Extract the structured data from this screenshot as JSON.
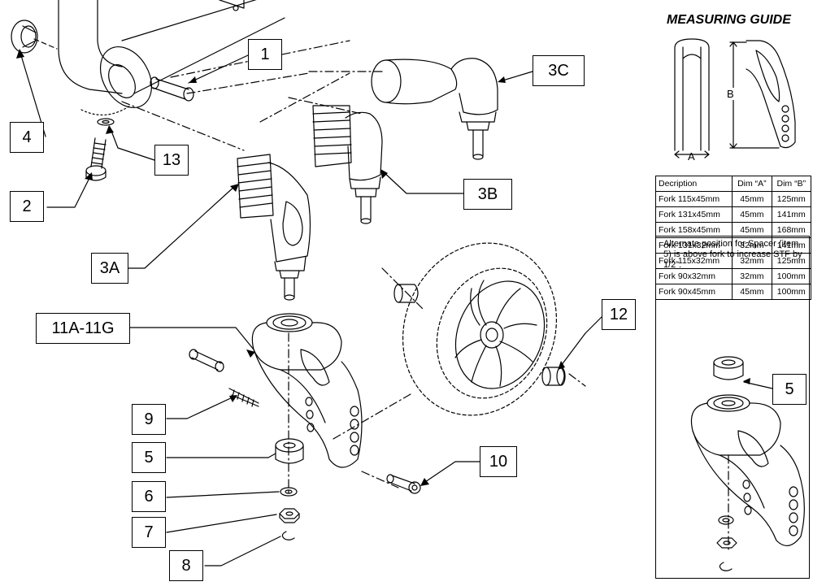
{
  "guide": {
    "title": "MEASURING GUIDE",
    "dim_a": "A",
    "dim_b": "B"
  },
  "table": {
    "headers": [
      "Decription",
      "Dim “A”",
      "Dim “B”"
    ],
    "rows": [
      [
        "Fork 115x45mm",
        "45mm",
        "125mm"
      ],
      [
        "Fork 131x45mm",
        "45mm",
        "141mm"
      ],
      [
        "Fork 158x45mm",
        "45mm",
        "168mm"
      ],
      [
        "Fork 131x32mm",
        "32mm",
        "141mm"
      ],
      [
        "Fork 115x32mm",
        "32mm",
        "125mm"
      ],
      [
        "Fork 90x32mm",
        "32mm",
        "100mm"
      ],
      [
        "Fork 90x45mm",
        "45mm",
        "100mm"
      ]
    ]
  },
  "note": {
    "text": "Alternate position for Spacer (item 5) is above fork to increase STF by 1/2”.",
    "callout": "5"
  },
  "callouts": {
    "c1": "1",
    "c3c": "3C",
    "c4": "4",
    "c13": "13",
    "c2": "2",
    "c3b": "3B",
    "c3a": "3A",
    "c11": "11A-11G",
    "c12": "12",
    "c9": "9",
    "c5": "5",
    "c10": "10",
    "c6": "6",
    "c7": "7",
    "c8": "8"
  }
}
